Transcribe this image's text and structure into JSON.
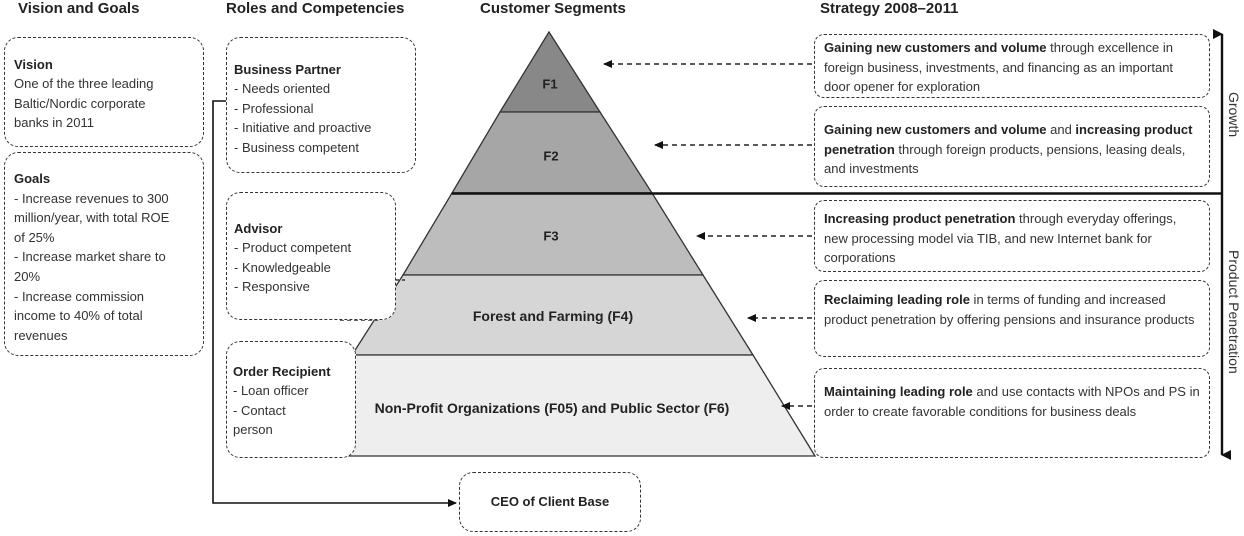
{
  "headers": {
    "vision_goals": "Vision and Goals",
    "roles": "Roles and Competencies",
    "segments": "Customer Segments",
    "strategy": "Strategy 2008–2011"
  },
  "vision": {
    "title": "Vision",
    "lines": [
      "One of the three leading",
      "Baltic/Nordic corporate",
      "banks in 2011"
    ]
  },
  "goals": {
    "title": "Goals",
    "lines": [
      " - Increase revenues to 300",
      "million/year, with total ROE",
      "of 25%",
      " - Increase market share to",
      "20%",
      " - Increase commission",
      "income to 40% of total",
      "revenues"
    ]
  },
  "roles": [
    {
      "title": "Business Partner",
      "items": [
        " - Needs oriented",
        " - Professional",
        " - Initiative and proactive",
        " - Business competent"
      ]
    },
    {
      "title": "Advisor",
      "items": [
        " - Product competent",
        " - Knowledgeable",
        " - Responsive"
      ]
    },
    {
      "title": "Order Recipient",
      "items": [
        " - Loan officer",
        " - Contact",
        "person"
      ]
    }
  ],
  "ceo_box": "CEO of Client Base",
  "segments": [
    {
      "label": "F1",
      "color": "#888888"
    },
    {
      "label": "F2",
      "color": "#a6a6a6"
    },
    {
      "label": "F3",
      "color": "#bdbdbd"
    },
    {
      "label": "Forest and Farming (F4)",
      "color": "#d6d6d6"
    },
    {
      "label": "Non-Profit Organizations (F05) and Public Sector (F6)",
      "color": "#eeeeee"
    }
  ],
  "strategy": [
    {
      "bold1": "Gaining new customers and volume",
      "text1": " through excellence in foreign business, investments, and financing as an important door opener for exploration",
      "bold2": "",
      "text2": ""
    },
    {
      "bold1": "Gaining new customers and volume",
      "text1": " and ",
      "bold2": "increasing product penetration",
      "text2": " through foreign products, pensions, leasing deals, and investments"
    },
    {
      "bold1": "Increasing product penetration",
      "text1": " through everyday offerings, new processing model via TIB, and new Internet bank for corporations",
      "bold2": "",
      "text2": ""
    },
    {
      "bold1": "Reclaiming leading role",
      "text1": " in terms of funding and increased product penetration by offering pensions and insurance products",
      "bold2": "",
      "text2": ""
    },
    {
      "bold1": "Maintaining leading role",
      "text1": " and use contacts with NPOs and PS in order to create favorable conditions for business deals",
      "bold2": "",
      "text2": ""
    }
  ],
  "axis_labels": {
    "growth": "Growth",
    "penetration": "Product Penetration"
  }
}
